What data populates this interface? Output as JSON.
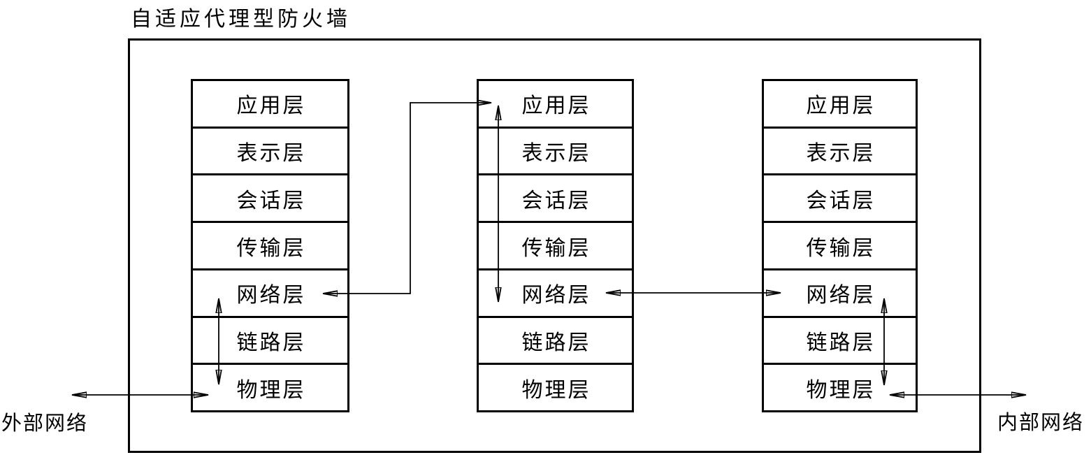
{
  "title": "自适应代理型防火墙",
  "external_network_label": "外部网络",
  "internal_network_label": "内部网络",
  "stacks": [
    {
      "name": "external-side-stack",
      "layers": [
        "应用层",
        "表示层",
        "会话层",
        "传输层",
        "网络层",
        "链路层",
        "物理层"
      ]
    },
    {
      "name": "middle-proxy-stack",
      "layers": [
        "应用层",
        "表示层",
        "会话层",
        "传输层",
        "网络层",
        "链路层",
        "物理层"
      ]
    },
    {
      "name": "internal-side-stack",
      "layers": [
        "应用层",
        "表示层",
        "会话层",
        "传输层",
        "网络层",
        "链路层",
        "物理层"
      ]
    }
  ],
  "connections": [
    {
      "name": "external-network-to-left-physical-layer",
      "type": "double-headed-horizontal-arrow"
    },
    {
      "name": "left-network-layer-to-left-physical-layer",
      "type": "double-headed-vertical-arrow"
    },
    {
      "name": "left-network-layer-to-middle-application-layer",
      "type": "double-headed-elbow-arrow"
    },
    {
      "name": "middle-application-layer-to-middle-network-layer",
      "type": "double-headed-vertical-arrow"
    },
    {
      "name": "middle-network-layer-to-right-network-layer",
      "type": "double-headed-horizontal-arrow"
    },
    {
      "name": "right-network-layer-to-right-physical-layer",
      "type": "double-headed-vertical-arrow"
    },
    {
      "name": "right-physical-layer-to-internal-network",
      "type": "double-headed-horizontal-arrow"
    }
  ],
  "colors": {
    "line": "#000000",
    "background": "#ffffff"
  }
}
